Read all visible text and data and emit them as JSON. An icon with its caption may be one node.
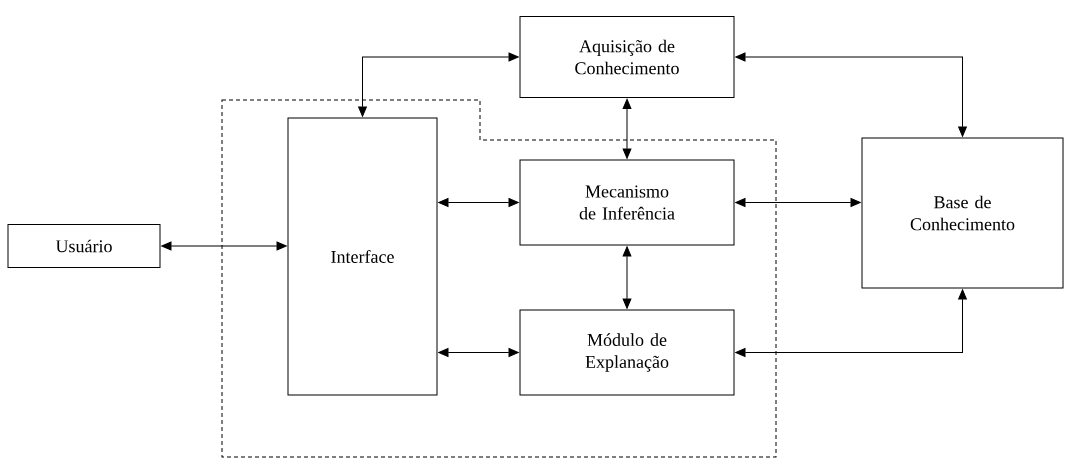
{
  "diagram": {
    "nodes": [
      {
        "text": [
          "Usuário"
        ]
      },
      {
        "text": [
          "Interface"
        ]
      },
      {
        "text": [
          "Aquisição de Conhecimento"
        ]
      },
      {
        "text": [
          "Mecanismo de Inferência"
        ]
      },
      {
        "text": [
          "Módulo de Explanação"
        ]
      },
      {
        "text": [
          "Base de Conhecimento"
        ]
      }
    ],
    "edges": [
      {
        "from": 0,
        "to": 1,
        "arrow": "both"
      },
      {
        "from": 2,
        "to": 1,
        "arrow": "both"
      },
      {
        "from": 2,
        "to": 3,
        "arrow": "both"
      },
      {
        "from": 1,
        "to": 3,
        "arrow": "both"
      },
      {
        "from": 3,
        "to": 5,
        "arrow": "both"
      },
      {
        "from": 2,
        "to": 5,
        "arrow": "both"
      },
      {
        "from": 3,
        "to": 4,
        "arrow": "both"
      },
      {
        "from": 1,
        "to": 4,
        "arrow": "both"
      },
      {
        "from": 4,
        "to": 5,
        "arrow": "both"
      }
    ]
  }
}
